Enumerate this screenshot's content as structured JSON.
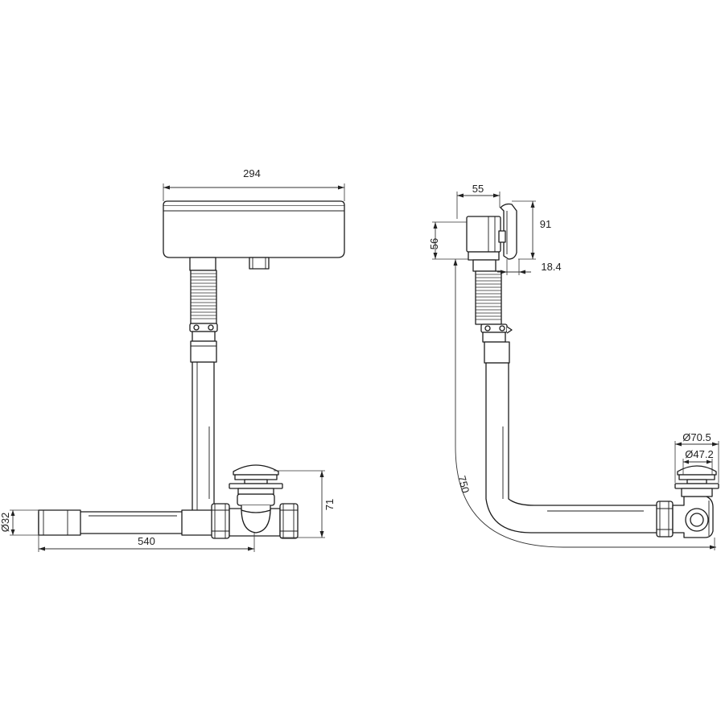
{
  "front_view": {
    "width_label": "294",
    "length_label": "540",
    "height_label": "71",
    "pipe_diameter_label": "Ø32"
  },
  "side_view": {
    "depth_label": "55",
    "height_label": "91",
    "offset_label": "56",
    "thickness_label": "18.4",
    "pipe_length_label": "750",
    "outer_diameter_label": "Ø70.5",
    "inner_diameter_label": "Ø47.2"
  }
}
